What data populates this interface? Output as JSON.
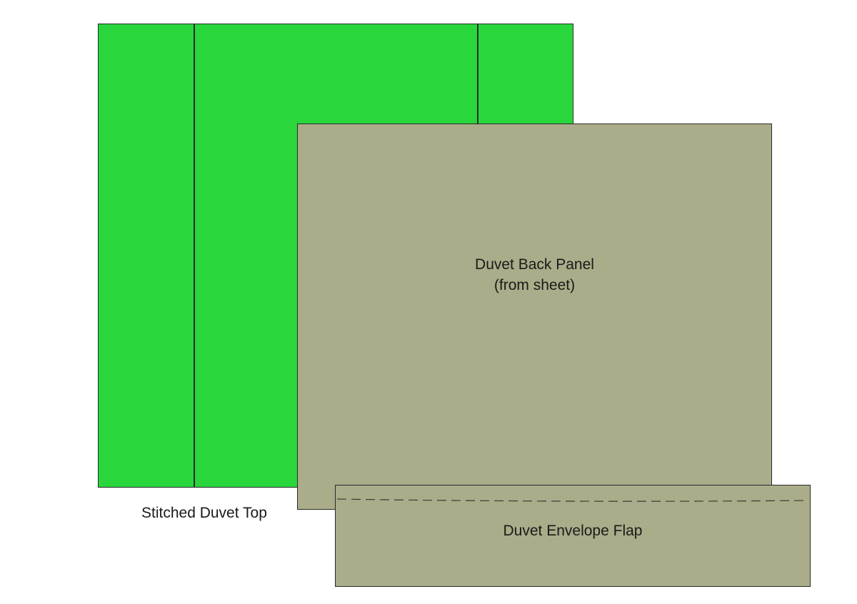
{
  "colors": {
    "top_fabric": "#29d63c",
    "back_fabric": "#abac89",
    "flap_fabric": "#abac89",
    "outline": "#2a2a2a"
  },
  "top": {
    "label": "Stitched Duvet Top"
  },
  "back": {
    "line1": "Duvet Back Panel",
    "line2": "(from sheet)"
  },
  "flap": {
    "label": "Duvet Envelope Flap"
  }
}
